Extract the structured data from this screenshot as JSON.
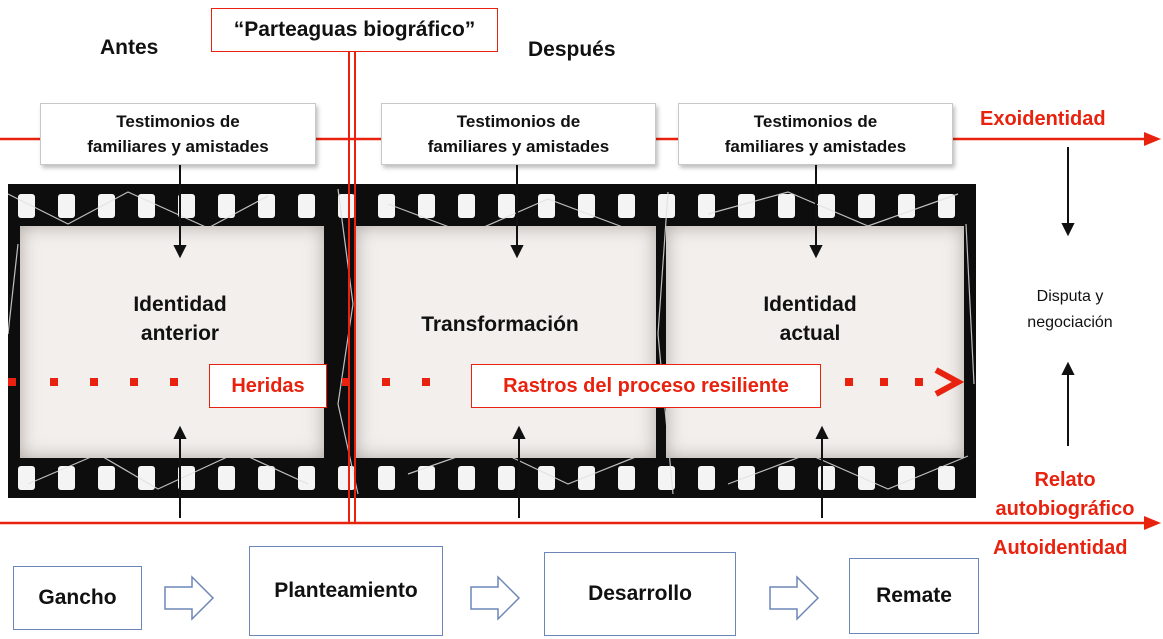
{
  "header": {
    "antes": "Antes",
    "despues": "Después",
    "parteaguas": "“Parteaguas biográfico”"
  },
  "testimonios": [
    {
      "line1": "Testimonios de",
      "line2": "familiares y amistades"
    },
    {
      "line1": "Testimonios de",
      "line2": "familiares y amistades"
    },
    {
      "line1": "Testimonios de",
      "line2": "familiares y amistades"
    }
  ],
  "frames": {
    "left": {
      "line1": "Identidad",
      "line2": "anterior"
    },
    "middle": {
      "line1": "Transformación"
    },
    "right": {
      "line1": "Identidad",
      "line2": "actual"
    }
  },
  "labels": {
    "heridas": "Heridas",
    "rastros": "Rastros del proceso resiliente",
    "exoidentidad": "Exoidentidad",
    "disputa_line1": "Disputa y",
    "disputa_line2": "negociación",
    "relato_line1": "Relato",
    "relato_line2": "autobiográfico",
    "autoidentidad": "Autoidentidad"
  },
  "stages": [
    "Gancho",
    "Planteamiento",
    "Desarrollo",
    "Remate"
  ],
  "colors": {
    "accent_red": "#e8220e",
    "stage_border": "#6d86b8"
  }
}
